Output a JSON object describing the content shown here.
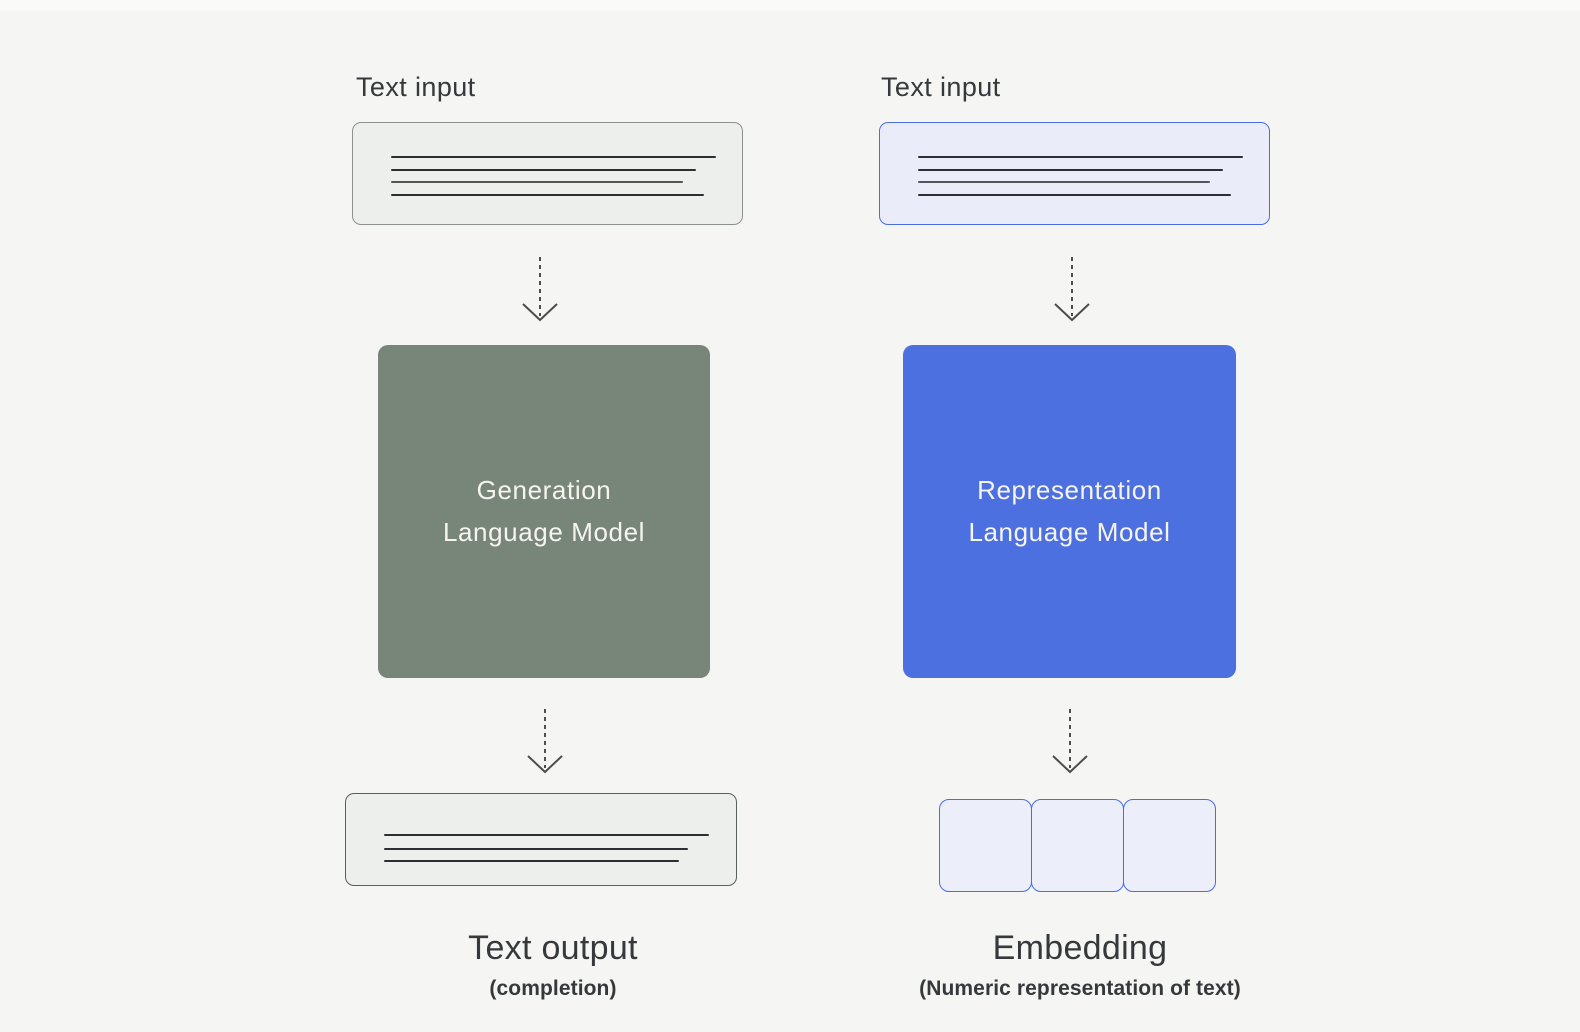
{
  "left": {
    "input_label": "Text input",
    "model": {
      "line1": "Generation",
      "line2": "Language Model"
    },
    "output_title": "Text output",
    "output_subtitle": "(completion)"
  },
  "right": {
    "input_label": "Text input",
    "model": {
      "line1": "Representation",
      "line2": "Language Model"
    },
    "output_title": "Embedding",
    "output_subtitle": "(Numeric representation of text)"
  },
  "colors": {
    "background": "#f5f5f3",
    "generation_model_fill": "#788579",
    "representation_model_fill": "#4c70e0",
    "blue_border": "#4a6de1",
    "lavender_fill": "#ebecf9",
    "gray_fill": "#edefec",
    "gray_border": "#8d918d",
    "dark_border": "#5a5f5b",
    "heading_text": "#35393b",
    "skeleton_line": "#2c2f31",
    "arrow_stroke": "#4b4e4c",
    "model_text": "#f6f4f0"
  }
}
